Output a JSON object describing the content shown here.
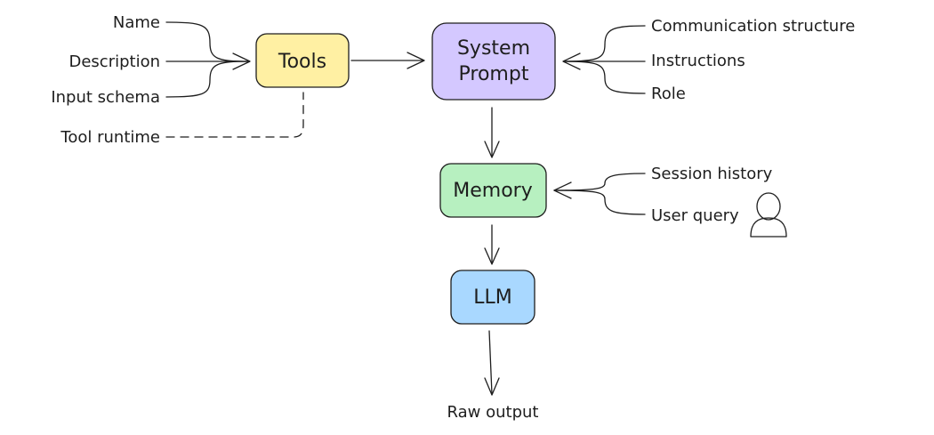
{
  "nodes": {
    "tools": {
      "label": "Tools",
      "fill": "#fff0a3"
    },
    "system_prompt": {
      "line1": "System",
      "line2": "Prompt",
      "fill": "#d4c8ff"
    },
    "memory": {
      "label": "Memory",
      "fill": "#b7f0c0"
    },
    "llm": {
      "label": "LLM",
      "fill": "#a9d8ff"
    }
  },
  "tool_inputs": [
    "Name",
    "Description",
    "Input schema"
  ],
  "tool_runtime": {
    "label": "Tool runtime",
    "color": "#e05a1b"
  },
  "prompt_inputs": [
    "Communication structure",
    "Instructions",
    "Role"
  ],
  "memory_inputs": [
    "Session history",
    "User query"
  ],
  "user_icon": "user-icon",
  "output": {
    "label": "Raw output"
  }
}
